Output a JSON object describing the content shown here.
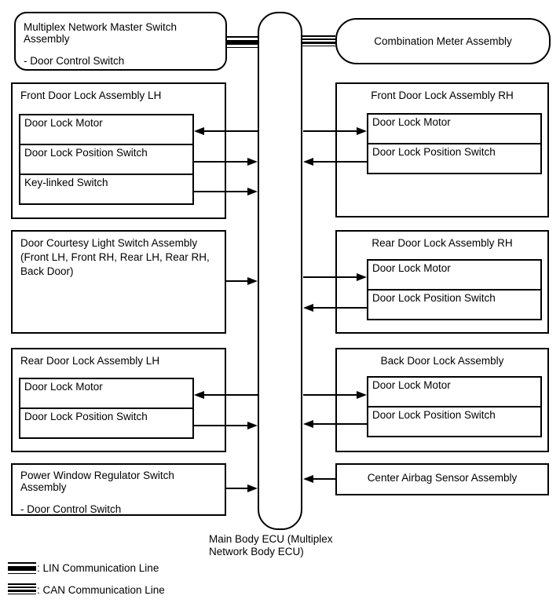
{
  "nodes": {
    "master_switch": {
      "title": "Multiplex Network Master Switch Assembly",
      "subtitle": "- Door Control Switch"
    },
    "combination_meter": {
      "title": "Combination Meter Assembly"
    },
    "front_lh": {
      "title": "Front Door Lock Assembly LH",
      "items": [
        "Door Lock Motor",
        "Door Lock Position Switch",
        "Key-linked Switch"
      ]
    },
    "front_rh": {
      "title": "Front Door Lock Assembly RH",
      "items": [
        "Door Lock Motor",
        "Door Lock Position Switch"
      ]
    },
    "courtesy": {
      "title": "Door Courtesy Light Switch Assembly (Front LH, Front RH, Rear LH, Rear RH, Back Door)"
    },
    "rear_rh": {
      "title": "Rear Door Lock Assembly RH",
      "items": [
        "Door Lock Motor",
        "Door Lock Position Switch"
      ]
    },
    "rear_lh": {
      "title": "Rear Door Lock Assembly LH",
      "items": [
        "Door Lock Motor",
        "Door Lock Position Switch"
      ]
    },
    "back_door": {
      "title": "Back Door Lock Assembly",
      "items": [
        "Door Lock Motor",
        "Door Lock Position Switch"
      ]
    },
    "power_window": {
      "title": "Power Window Regulator Switch Assembly",
      "subtitle": "- Door Control Switch"
    },
    "center_airbag": {
      "title": "Center Airbag Sensor Assembly"
    },
    "ecu": {
      "label_lines": [
        "Main Body ECU (Multiplex",
        "Network Body ECU)"
      ]
    }
  },
  "legend": {
    "lin": {
      "label": ": LIN Communication Line"
    },
    "can": {
      "label": ": CAN Communication Line"
    }
  },
  "colors": {
    "line": "#000000",
    "background": "#ffffff"
  }
}
